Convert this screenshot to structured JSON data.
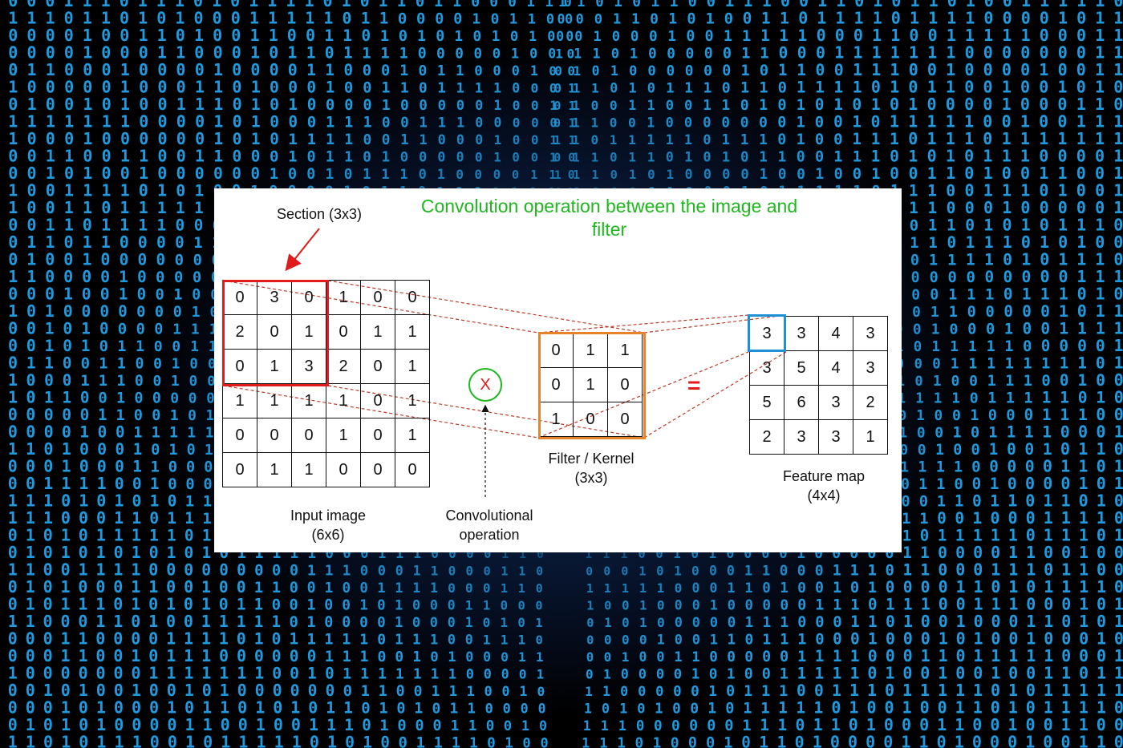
{
  "title": "Convolution operation between the image and filter",
  "section_label": "Section (3x3)",
  "input": {
    "label_line1": "Input image",
    "label_line2": "(6x6)",
    "rows": [
      [
        "0",
        "3",
        "0",
        "1",
        "0",
        "0"
      ],
      [
        "2",
        "0",
        "1",
        "0",
        "1",
        "1"
      ],
      [
        "0",
        "1",
        "3",
        "2",
        "0",
        "1"
      ],
      [
        "1",
        "1",
        "1",
        "1",
        "0",
        "1"
      ],
      [
        "0",
        "0",
        "0",
        "1",
        "0",
        "1"
      ],
      [
        "0",
        "1",
        "1",
        "0",
        "0",
        "0"
      ]
    ]
  },
  "operator": {
    "symbol": "X",
    "label_line1": "Convolutional",
    "label_line2": "operation"
  },
  "filter": {
    "label_line1": "Filter / Kernel",
    "label_line2": "(3x3)",
    "rows": [
      [
        "0",
        "1",
        "1"
      ],
      [
        "0",
        "1",
        "0"
      ],
      [
        "1",
        "0",
        "0"
      ]
    ]
  },
  "equals": "=",
  "feature_map": {
    "label_line1": "Feature map",
    "label_line2": "(4x4)",
    "rows": [
      [
        "3",
        "3",
        "4",
        "3"
      ],
      [
        "3",
        "5",
        "4",
        "3"
      ],
      [
        "5",
        "6",
        "3",
        "2"
      ],
      [
        "2",
        "3",
        "3",
        "1"
      ]
    ]
  },
  "colors": {
    "title": "#1fb81f",
    "section_box": "#e01b1b",
    "filter_box": "#e8832a",
    "feature_highlight": "#1e90d6",
    "guide_lines": "#c0392b",
    "background_bits": "#1e9be0"
  }
}
